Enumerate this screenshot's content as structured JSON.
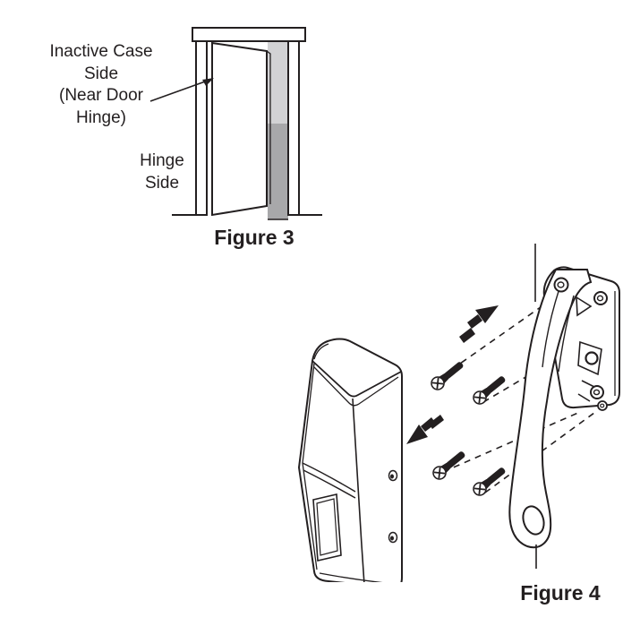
{
  "page": {
    "background": "#ffffff"
  },
  "palette": {
    "line_color": "#231f20",
    "doorway_shadow_light": "#d2d2d4",
    "doorway_shadow_dark": "#a8a8aa"
  },
  "figure3": {
    "caption": "Figure 3",
    "labels": {
      "inactive_case": "Inactive Case\nSide\n(Near Door\nHinge)",
      "hinge": "Hinge\nSide"
    }
  },
  "figure4": {
    "caption": "Figure 4"
  }
}
